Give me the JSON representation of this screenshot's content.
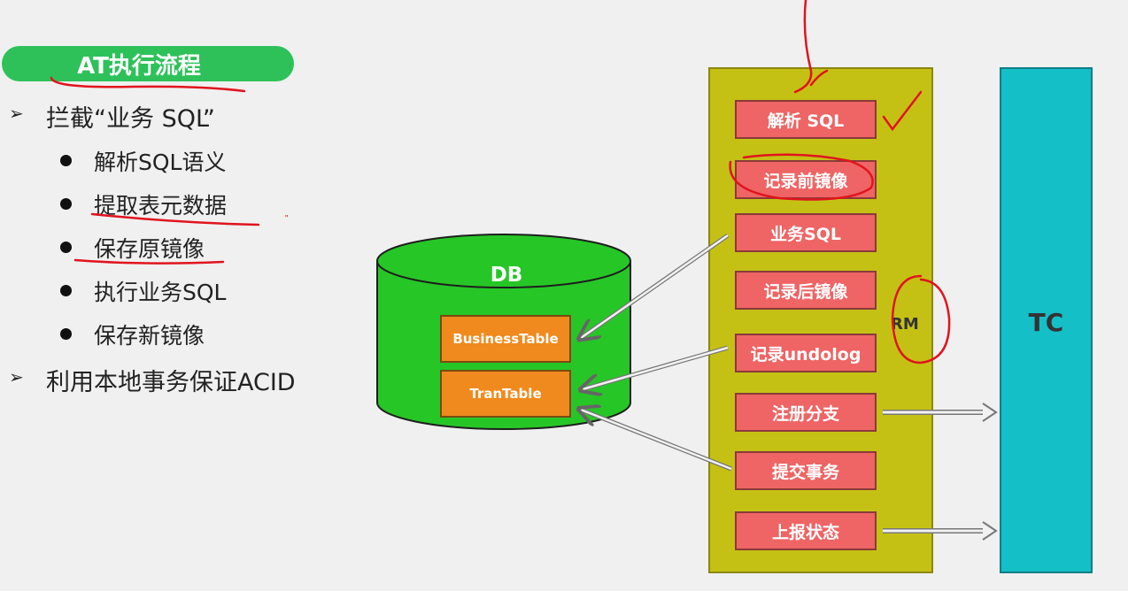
{
  "title": "AT执行流程",
  "outline": [
    {
      "text": "拦截“业务 SQL”",
      "children": [
        "解析SQL语义",
        "提取表元数据",
        "保存原镜像",
        "执行业务SQL",
        "保存新镜像"
      ]
    },
    {
      "text": "利用本地事务保证ACID",
      "children": []
    }
  ],
  "db": {
    "label": "DB",
    "tables": [
      "BusinessTable",
      "TranTable"
    ]
  },
  "rm": {
    "label": "RM",
    "steps": [
      "解析 SQL",
      "记录前镜像",
      "业务SQL",
      "记录后镜像",
      "记录undolog",
      "注册分支",
      "提交事务",
      "上报状态"
    ]
  },
  "tc": {
    "label": "TC"
  },
  "colors": {
    "title_pill": "#2ec15a",
    "db_body": "#27c627",
    "table": "#f08a1e",
    "rm_panel": "#c5c114",
    "step": "#ef6464",
    "tc": "#14bfc8",
    "annotation": "#e0141e"
  }
}
